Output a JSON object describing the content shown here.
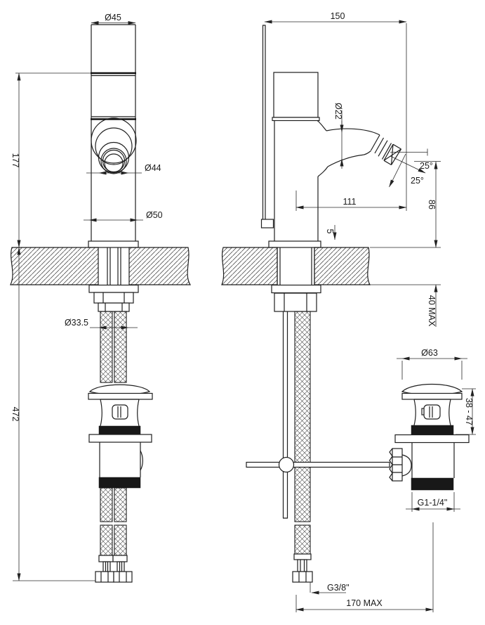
{
  "drawing": {
    "title": "bidet-mixer-technical-drawing-front-and-side-views",
    "line_color": "#1f1f1f",
    "labels": {
      "dia45": "Ø45",
      "h177": "177",
      "dia44": "Ø44",
      "dia50": "Ø50",
      "dia335": "Ø33.5",
      "h472": "472",
      "w150": "150",
      "dia22": "Ø22",
      "ang25a": "25°",
      "ang25b": "25°",
      "w111": "111",
      "h86": "86",
      "t5": "5",
      "deck40": "40 MAX",
      "dia63": "Ø63",
      "r3847": "38 - 47",
      "g114": "G1-1/4\"",
      "g38": "G3/8\"",
      "w170": "170 MAX"
    }
  }
}
